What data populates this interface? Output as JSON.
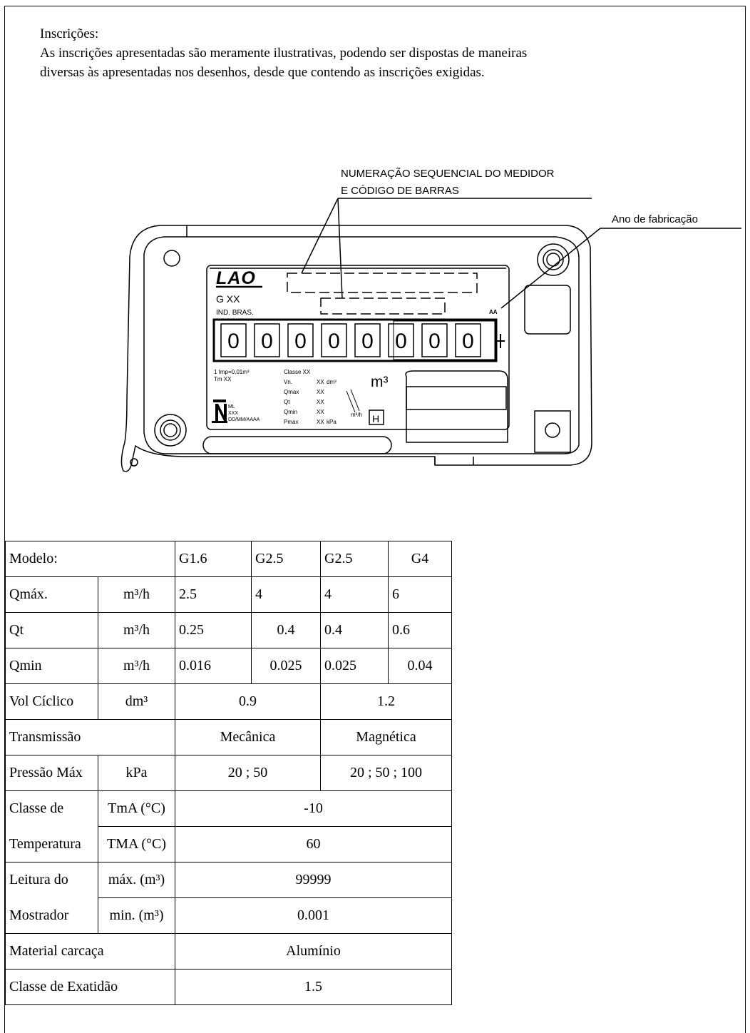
{
  "intro": {
    "title": "Inscrições:",
    "line1": "As inscrições apresentadas são meramente ilustrativas, podendo ser dispostas de maneiras",
    "line2": "diversas às apresentadas nos desenhos, desde que contendo as inscrições exigidas."
  },
  "drawing": {
    "callout_serial_line1": "NUMERAÇÃO SEQUENCIAL DO MEDIDOR",
    "callout_serial_line2": "E CÓDIGO DE BARRAS",
    "callout_year": "Ano de fabricação",
    "brand": "LAO",
    "model": "G XX",
    "ind_bras": "IND. BRAS.",
    "year_mark": "AA",
    "digits": [
      "0",
      "0",
      "0",
      "0",
      "0",
      "0",
      "0",
      "0"
    ],
    "imp": "1 Imp=0,01m³",
    "tm": "Tm XX",
    "classe": "Classe XX",
    "vn": "Vn.",
    "qmax": "Qmax",
    "qt": "Qt",
    "qmin": "Qmin",
    "pmax": "Pmax",
    "xx": "XX",
    "dm3": "dm³",
    "m3h": "m³/h",
    "kpa": "kPa",
    "m3": "m³",
    "ml": "ML",
    "xxx": "XXX",
    "date": "DD/MM/AAAA",
    "h": "H"
  },
  "table": {
    "modelo": "Modelo:",
    "models": [
      "G1.6",
      "G2.5",
      "G2.5",
      "G4"
    ],
    "qmax_label": "Qmáx.",
    "qmax_unit": "m³/h",
    "qmax": [
      "2.5",
      "4",
      "4",
      "6"
    ],
    "qt_label": "Qt",
    "qt_unit": "m³/h",
    "qt": [
      "0.25",
      "0.4",
      "0.4",
      "0.6"
    ],
    "qmin_label": "Qmin",
    "qmin_unit": "m³/h",
    "qmin": [
      "0.016",
      "0.025",
      "0.025",
      "0.04"
    ],
    "vol_label": "Vol Cíclico",
    "vol_unit": "dm³",
    "vol": [
      "0.9",
      "1.2"
    ],
    "trans_label": "Transmissão",
    "trans": [
      "Mecânica",
      "Magnética"
    ],
    "press_label": "Pressão Máx",
    "press_unit": "kPa",
    "press": [
      "20 ; 50",
      "20 ; 50 ; 100"
    ],
    "temp_label_1": "Classe de",
    "temp_label_2": "Temperatura",
    "tma_min_unit": "TmA (°C)",
    "tma_min": "-10",
    "tma_max_unit": "TMA (°C)",
    "tma_max": "60",
    "leitura_label_1": "Leitura do",
    "leitura_label_2": "Mostrador",
    "leitura_max_unit": "máx. (m³)",
    "leitura_max": "99999",
    "leitura_min_unit": "min. (m³)",
    "leitura_min": "0.001",
    "material_label": "Material carcaça",
    "material": "Alumínio",
    "exat_label": "Classe de Exatidão",
    "exat": "1.5"
  }
}
